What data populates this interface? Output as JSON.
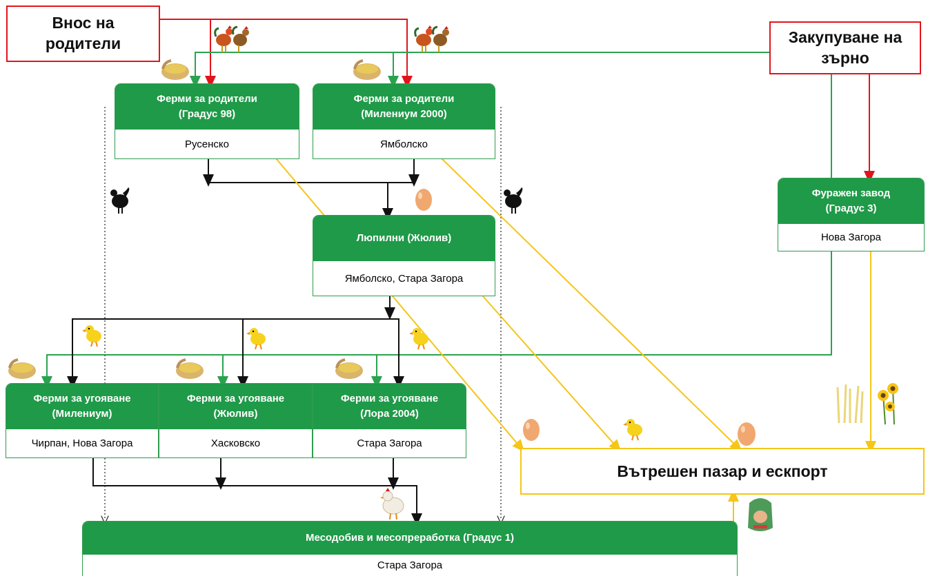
{
  "boxes": {
    "import_parents": {
      "line1": "Внос на",
      "line2": "родители"
    },
    "grain_purchase": {
      "line1": "Закупуване на",
      "line2": "зърно"
    },
    "parents_gradus": {
      "title1": "Ферми за родители",
      "title2": "(Градус 98)",
      "location": "Русенско"
    },
    "parents_milenium": {
      "title1": "Ферми за родители",
      "title2": "(Милениум  2000)",
      "location": "Ямболско"
    },
    "hatchery": {
      "title1": "Люпилни (Жюлив)",
      "location": "Ямболско, Стара Загора"
    },
    "feed_mill": {
      "title1": "Фуражен завод",
      "title2": "(Градус 3)",
      "location": "Нова Загора"
    },
    "fattening_milenium": {
      "title1": "Ферми за угояване",
      "title2": "(Милениум)",
      "location": "Чирпан, Нова Загора"
    },
    "fattening_julive": {
      "title1": "Ферми за угояване",
      "title2": "(Жюлив)",
      "location": "Хасковско"
    },
    "fattening_lora": {
      "title1": "Ферми за угояване",
      "title2": "(Лора 2004)",
      "location": "Стара Загора"
    },
    "market": {
      "label": "Вътрешен пазар и ескпорт"
    },
    "meat": {
      "title1": "Месодобив и месопреработка (Градус 1)",
      "location": "Стара Загора"
    }
  },
  "colors": {
    "node_header": "#1f9a48",
    "node_border": "#2e9c4c",
    "red_flow": "#e2141b",
    "green_flow": "#2aa34f",
    "yellow_flow": "#f5c518",
    "black_flow": "#111111"
  },
  "icons": [
    "rooster-hen-icon",
    "grain-sack-icon",
    "hen-silhouette-icon",
    "egg-icon",
    "chick-icon",
    "wheat-sunflower-icon",
    "chicken-icon",
    "packaged-chicken-icon"
  ]
}
